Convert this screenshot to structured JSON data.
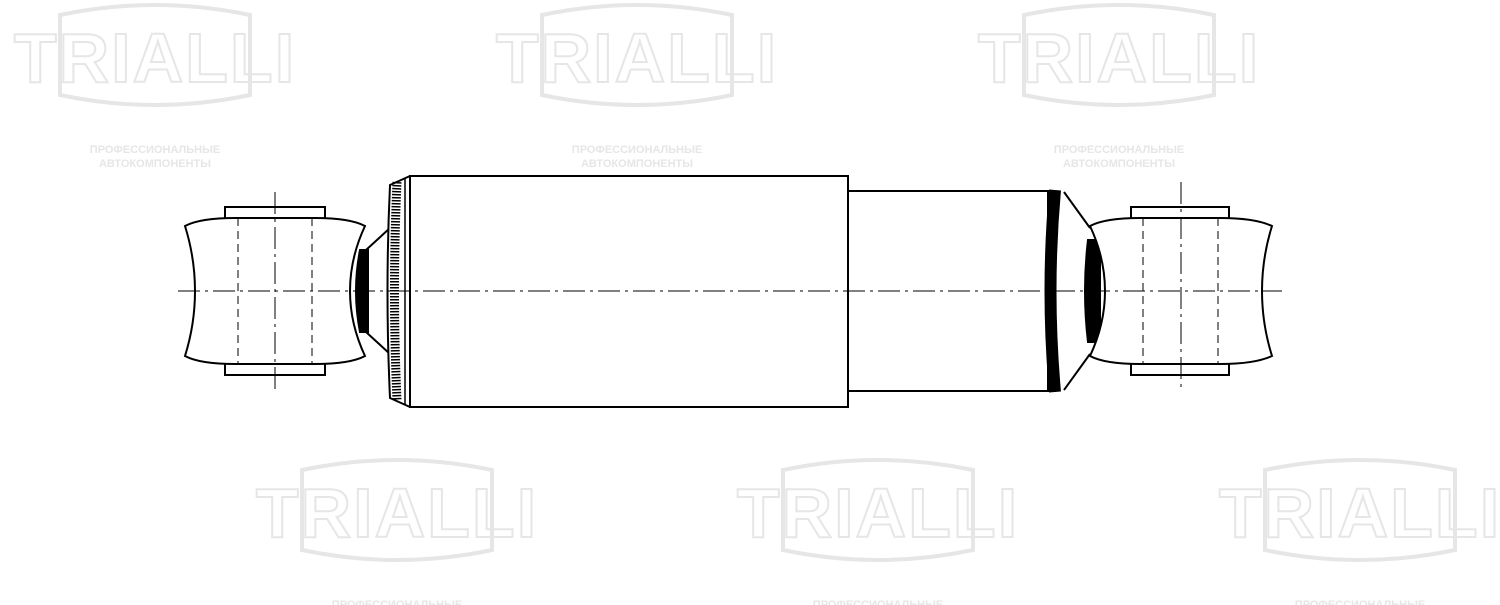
{
  "watermark": {
    "brand": "TRIALLI",
    "tagline_line1": "ПРОФЕССИОНАЛЬНЫЕ",
    "tagline_line2": "АВТОКОМПОНЕНТЫ",
    "color": "#e6e6e6"
  },
  "drawing": {
    "subject": "shock absorber technical drawing",
    "stroke_color": "#000000",
    "background": "#ffffff"
  }
}
